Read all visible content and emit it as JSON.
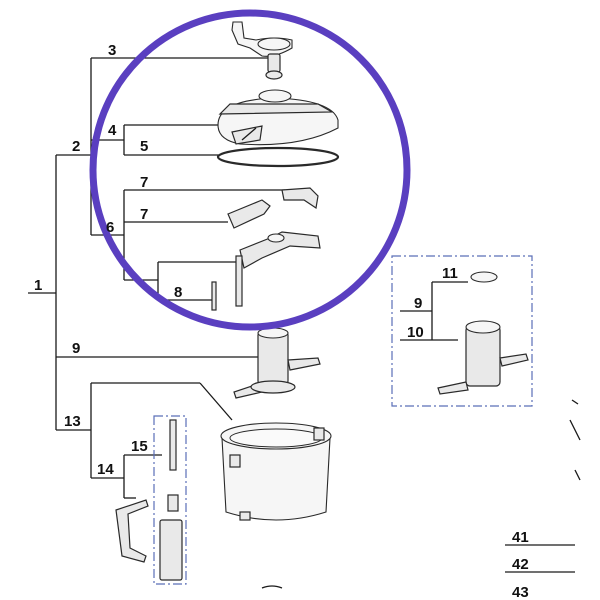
{
  "labels": {
    "l1": "1",
    "l2": "2",
    "l3": "3",
    "l4": "4",
    "l5": "5",
    "l6": "6",
    "l7a": "7",
    "l7b": "7",
    "l8": "8",
    "l9": "9",
    "l13": "13",
    "l14": "14",
    "l15": "15",
    "inset_l9": "9",
    "inset_l10": "10",
    "inset_l11": "11",
    "l41": "41",
    "l42": "42",
    "l43": "43"
  },
  "colors": {
    "highlight_circle": "#5a3fc0",
    "inset_border": "#5b6fb8",
    "line": "#1a1a1a",
    "part_fill": "#e9e9e9"
  }
}
